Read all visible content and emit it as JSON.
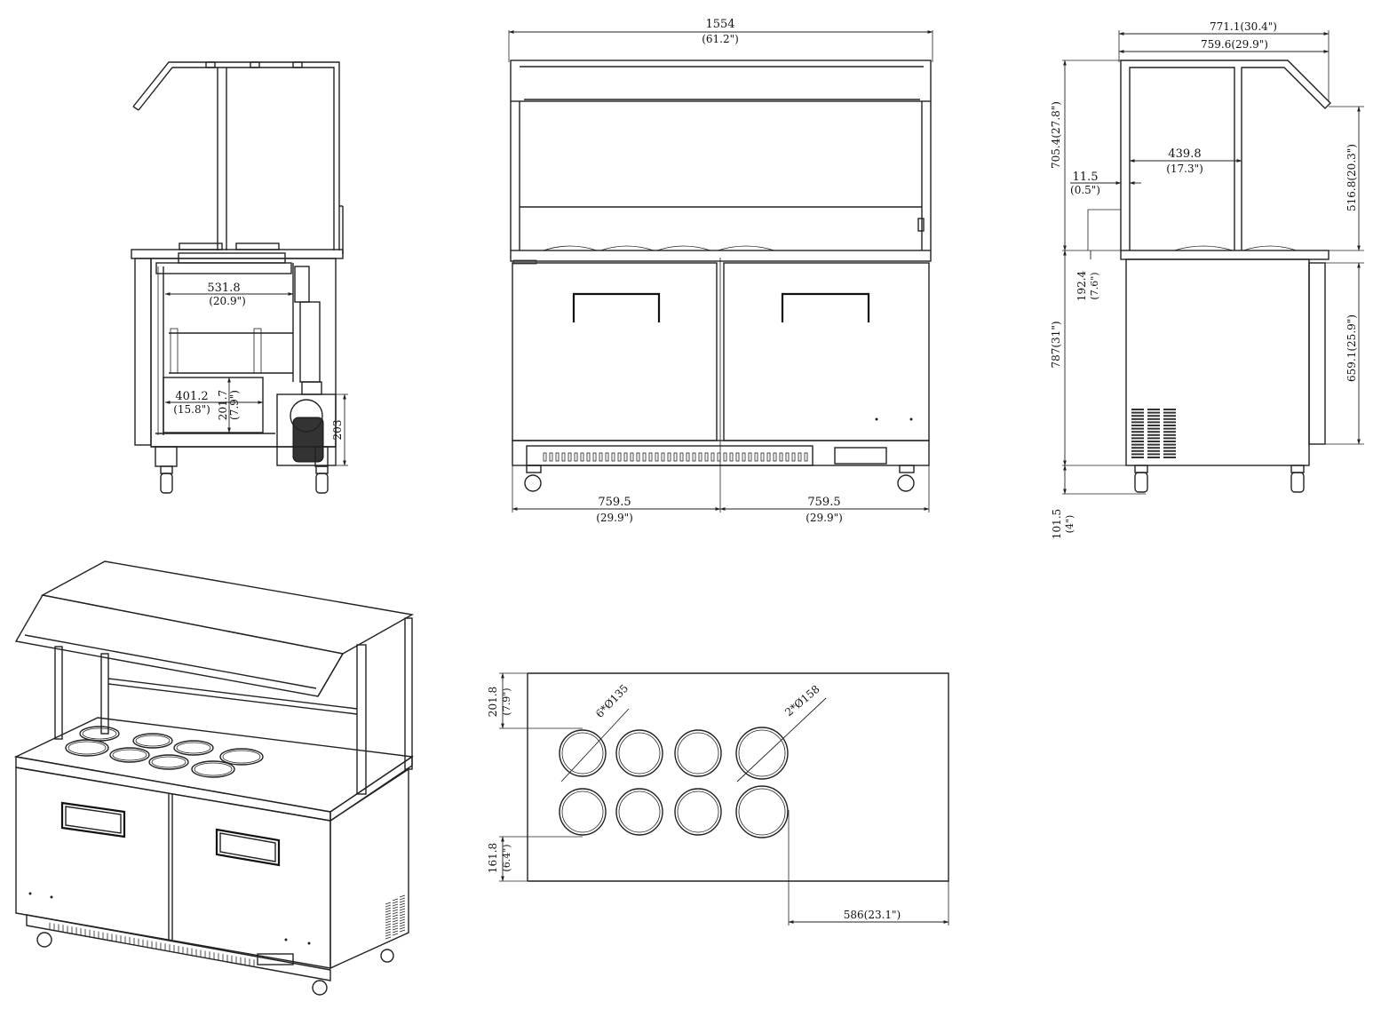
{
  "dims": {
    "front": {
      "total_width": "1554",
      "total_width_in": "(61.2\")",
      "left_door": "759.5",
      "left_door_in": "(29.9\")",
      "right_door": "759.5",
      "right_door_in": "(29.9\")"
    },
    "side_section": {
      "inner_width": "531.8",
      "inner_width_in": "(20.9\")",
      "shelf_width": "401.2",
      "shelf_width_in": "(15.8\")",
      "drawer_height": "201.7",
      "drawer_height_in": "(7.9\")",
      "compressor_height": "203"
    },
    "side": {
      "top_depth": "771.1(30.4\")",
      "canopy_depth": "759.6(29.9\")",
      "canopy_height": "705.4(27.8\")",
      "post_gap": "439.8",
      "post_gap_in": "(17.3\")",
      "lip": "11.5",
      "lip_in": "(0.5\")",
      "sneeze_height": "516.8(20.3\")",
      "rail_height": "192.4",
      "rail_height_in": "(7.6\")",
      "cabinet_height": "787(31\")",
      "door_height": "659.1(25.9\")",
      "caster_height": "101.5",
      "caster_height_in": "(4\")"
    },
    "top": {
      "top_margin": "201.8",
      "top_margin_in": "(7.9\")",
      "small_holes": "6*Ø135",
      "large_holes": "2*Ø158",
      "bottom_margin": "161.8",
      "bottom_margin_in": "(6.4\")",
      "offset": "586(23.1\")"
    }
  }
}
